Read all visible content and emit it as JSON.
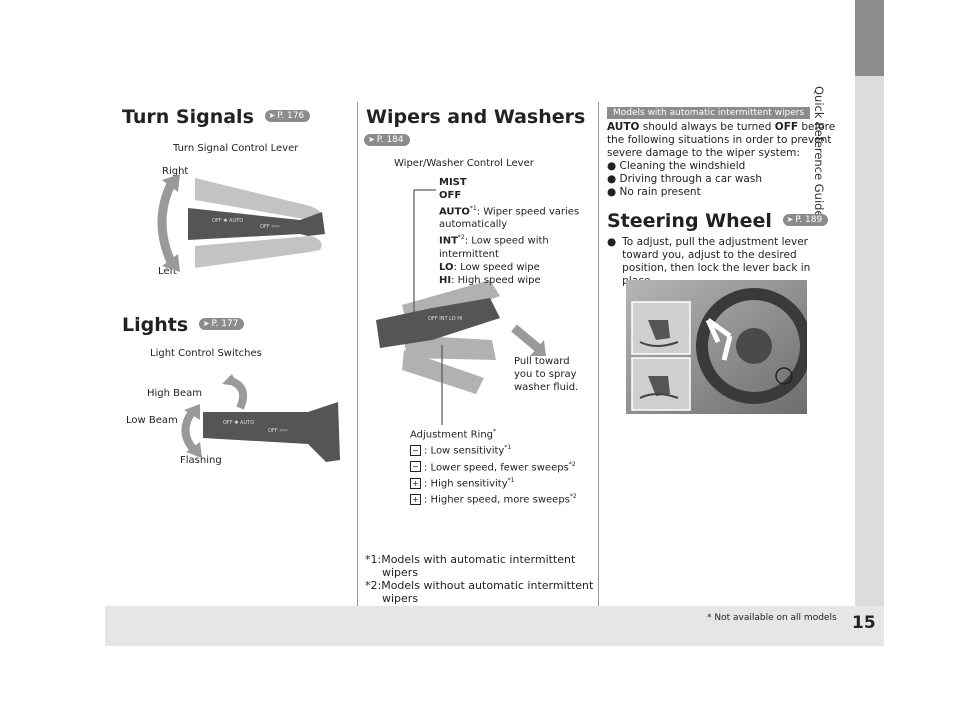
{
  "side_tab": {
    "label": "Quick Reference Guide"
  },
  "page_number": "15",
  "footnote_availability": "* Not available on all models",
  "turn_signals": {
    "title": "Turn Signals",
    "page_ref": "P. 176",
    "caption": "Turn Signal Control Lever",
    "right_label": "Right",
    "left_label": "Left"
  },
  "lights": {
    "title": "Lights",
    "page_ref": "P. 177",
    "caption": "Light Control Switches",
    "high_beam": "High Beam",
    "low_beam": "Low Beam",
    "flashing": "Flashing"
  },
  "wipers": {
    "title": "Wipers and Washers",
    "page_ref": "P. 184",
    "caption": "Wiper/Washer Control Lever",
    "mist": "MIST",
    "off": "OFF",
    "auto_label": "AUTO",
    "auto_sup": "*1",
    "auto_text": ": Wiper speed varies automatically",
    "int_label": "INT",
    "int_sup": "*2",
    "int_text": ": Low speed with intermittent",
    "lo_label": "LO",
    "lo_text": ": Low speed wipe",
    "hi_label": "HI",
    "hi_text": ": High speed wipe",
    "pull_text_1": "Pull toward",
    "pull_text_2": "you to spray",
    "pull_text_3": "washer fluid.",
    "adjust_ring": "Adjustment Ring",
    "adjust_ring_sup": "*",
    "minus_icon": "−",
    "plus_icon": "+",
    "ring_items": [
      {
        "icon": "−",
        "text": ": Low sensitivity",
        "sup": "*1"
      },
      {
        "icon": "−",
        "text": ": Lower speed, fewer sweeps",
        "sup": "*2"
      },
      {
        "icon": "+",
        "text": ": High sensitivity",
        "sup": "*1"
      },
      {
        "icon": "+",
        "text": ": Higher speed, more sweeps",
        "sup": "*2"
      }
    ],
    "footnote_1a": "*1:Models with automatic intermittent",
    "footnote_1b": "wipers",
    "footnote_2a": "*2:Models without automatic intermittent",
    "footnote_2b": "wipers"
  },
  "auto_wipers": {
    "badge": "Models with automatic intermittent wipers",
    "auto": "AUTO",
    "text_1": " should always be turned ",
    "off": "OFF",
    "text_2": " before the following situations in order to prevent severe damage to the wiper system:",
    "bullets": [
      "Cleaning the windshield",
      "Driving through a car wash",
      "No rain present"
    ]
  },
  "steering": {
    "title": "Steering Wheel",
    "page_ref": "P. 189",
    "bullet": "To adjust, pull the adjustment lever toward you, adjust to the desired position, then lock the lever back in place."
  },
  "colors": {
    "tab_dark": "#8c8c8c",
    "tab_light": "#dcdcdc",
    "band": "#e6e6e6",
    "lever": "#5a5a5a",
    "arrow": "#9a9a9a"
  }
}
